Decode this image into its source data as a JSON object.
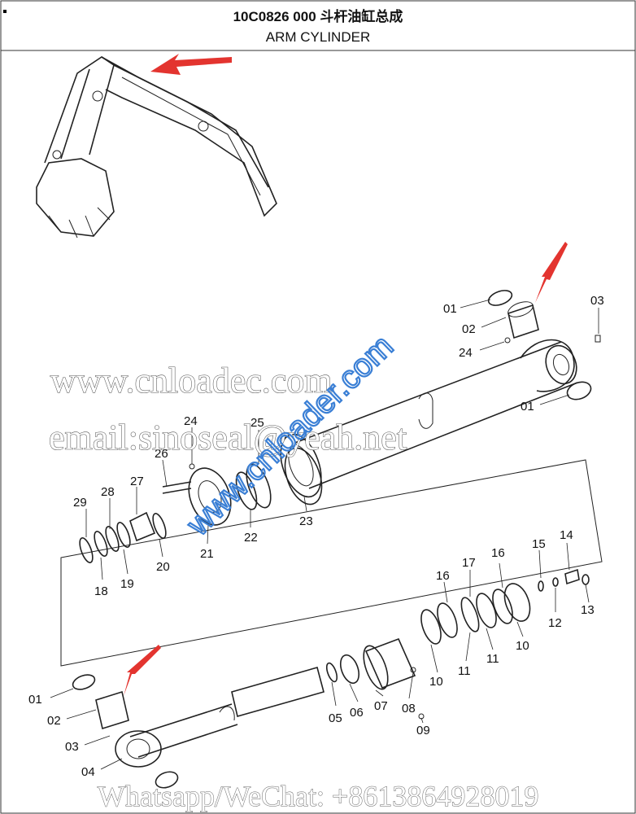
{
  "header": {
    "part_code": "10C0826 000  斗杆油缸总成",
    "part_name": "ARM CYLINDER"
  },
  "watermarks": {
    "site": "www.cnloadec.com",
    "email": "email:sinoseal@yeah.net",
    "site_diagonal": "www.cnloader.com",
    "contact": "Whatsapp/WeChat:  +8613864928019"
  },
  "callouts": {
    "c01": "01",
    "c02": "02",
    "c03": "03",
    "c04": "04",
    "c05": "05",
    "c06": "06",
    "c07": "07",
    "c08": "08",
    "c09": "09",
    "c10": "10",
    "c11": "11",
    "c12": "12",
    "c13": "13",
    "c14": "14",
    "c15": "15",
    "c16": "16",
    "c17": "17",
    "c18": "18",
    "c19": "19",
    "c20": "20",
    "c21": "21",
    "c22": "22",
    "c23": "23",
    "c24": "24",
    "c25": "25",
    "c26": "26",
    "c27": "27",
    "c28": "28",
    "c29": "29"
  },
  "colors": {
    "arrow": "#e3342f",
    "watermark_blue": "#3a7fd5",
    "frame": "#333333"
  }
}
